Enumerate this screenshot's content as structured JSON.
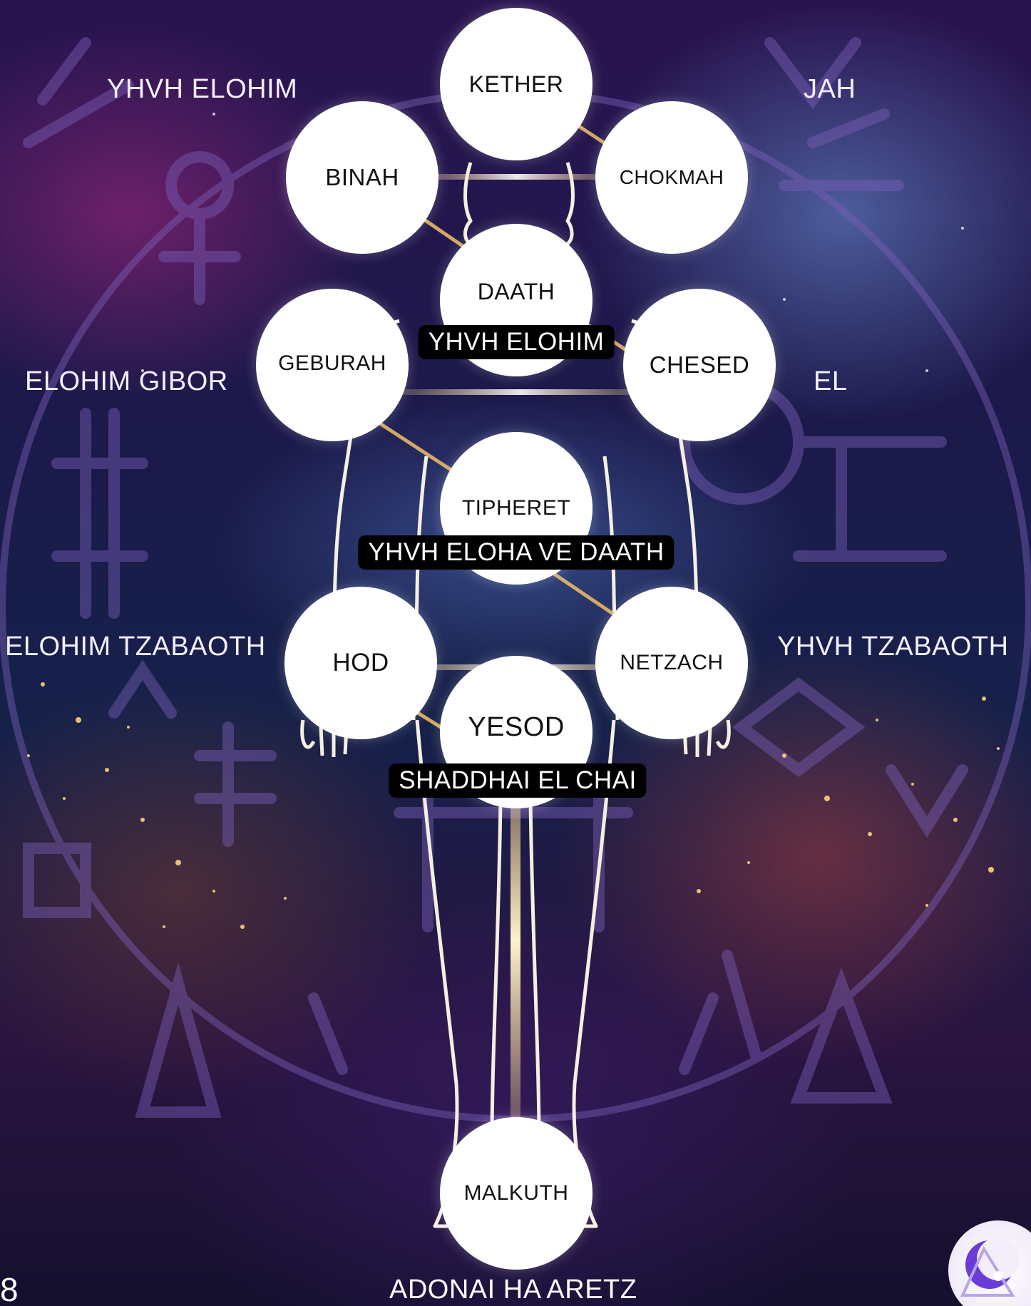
{
  "sephiroth": {
    "kether": "KETHER",
    "binah": "BINAH",
    "chokmah": "CHOKMAH",
    "daath": "DAATH",
    "geburah": "GEBURAH",
    "chesed": "CHESED",
    "tipheret": "TIPHERET",
    "hod": "HOD",
    "netzach": "NETZACH",
    "yesod": "YESOD",
    "malkuth": "MALKUTH"
  },
  "god_names": {
    "binah": "YHVH ELOHIM",
    "chokmah": "JAH",
    "geburah": "ELOHIM GIBOR",
    "chesed": "EL",
    "hod": "ELOHIM TZABAOTH",
    "netzach": "YHVH TZABAOTH",
    "malkuth": "ADONAI HA ARETZ"
  },
  "badges": {
    "daath": "YHVH ELOHIM",
    "tipheret": "YHVH ELOHA VE DAATH",
    "yesod": "SHADDHAI EL CHAI"
  },
  "page_number": "8",
  "colors": {
    "sphere_fill": "#ffffff",
    "label_text": "#111111",
    "badge_bg": "#000000",
    "glow_gold": "#f2c066",
    "figure_outline": "#f5efe0",
    "sigil_purple": "#7a5fb8"
  },
  "icons": {
    "logo": "crescent-moon-triangle-logo"
  }
}
